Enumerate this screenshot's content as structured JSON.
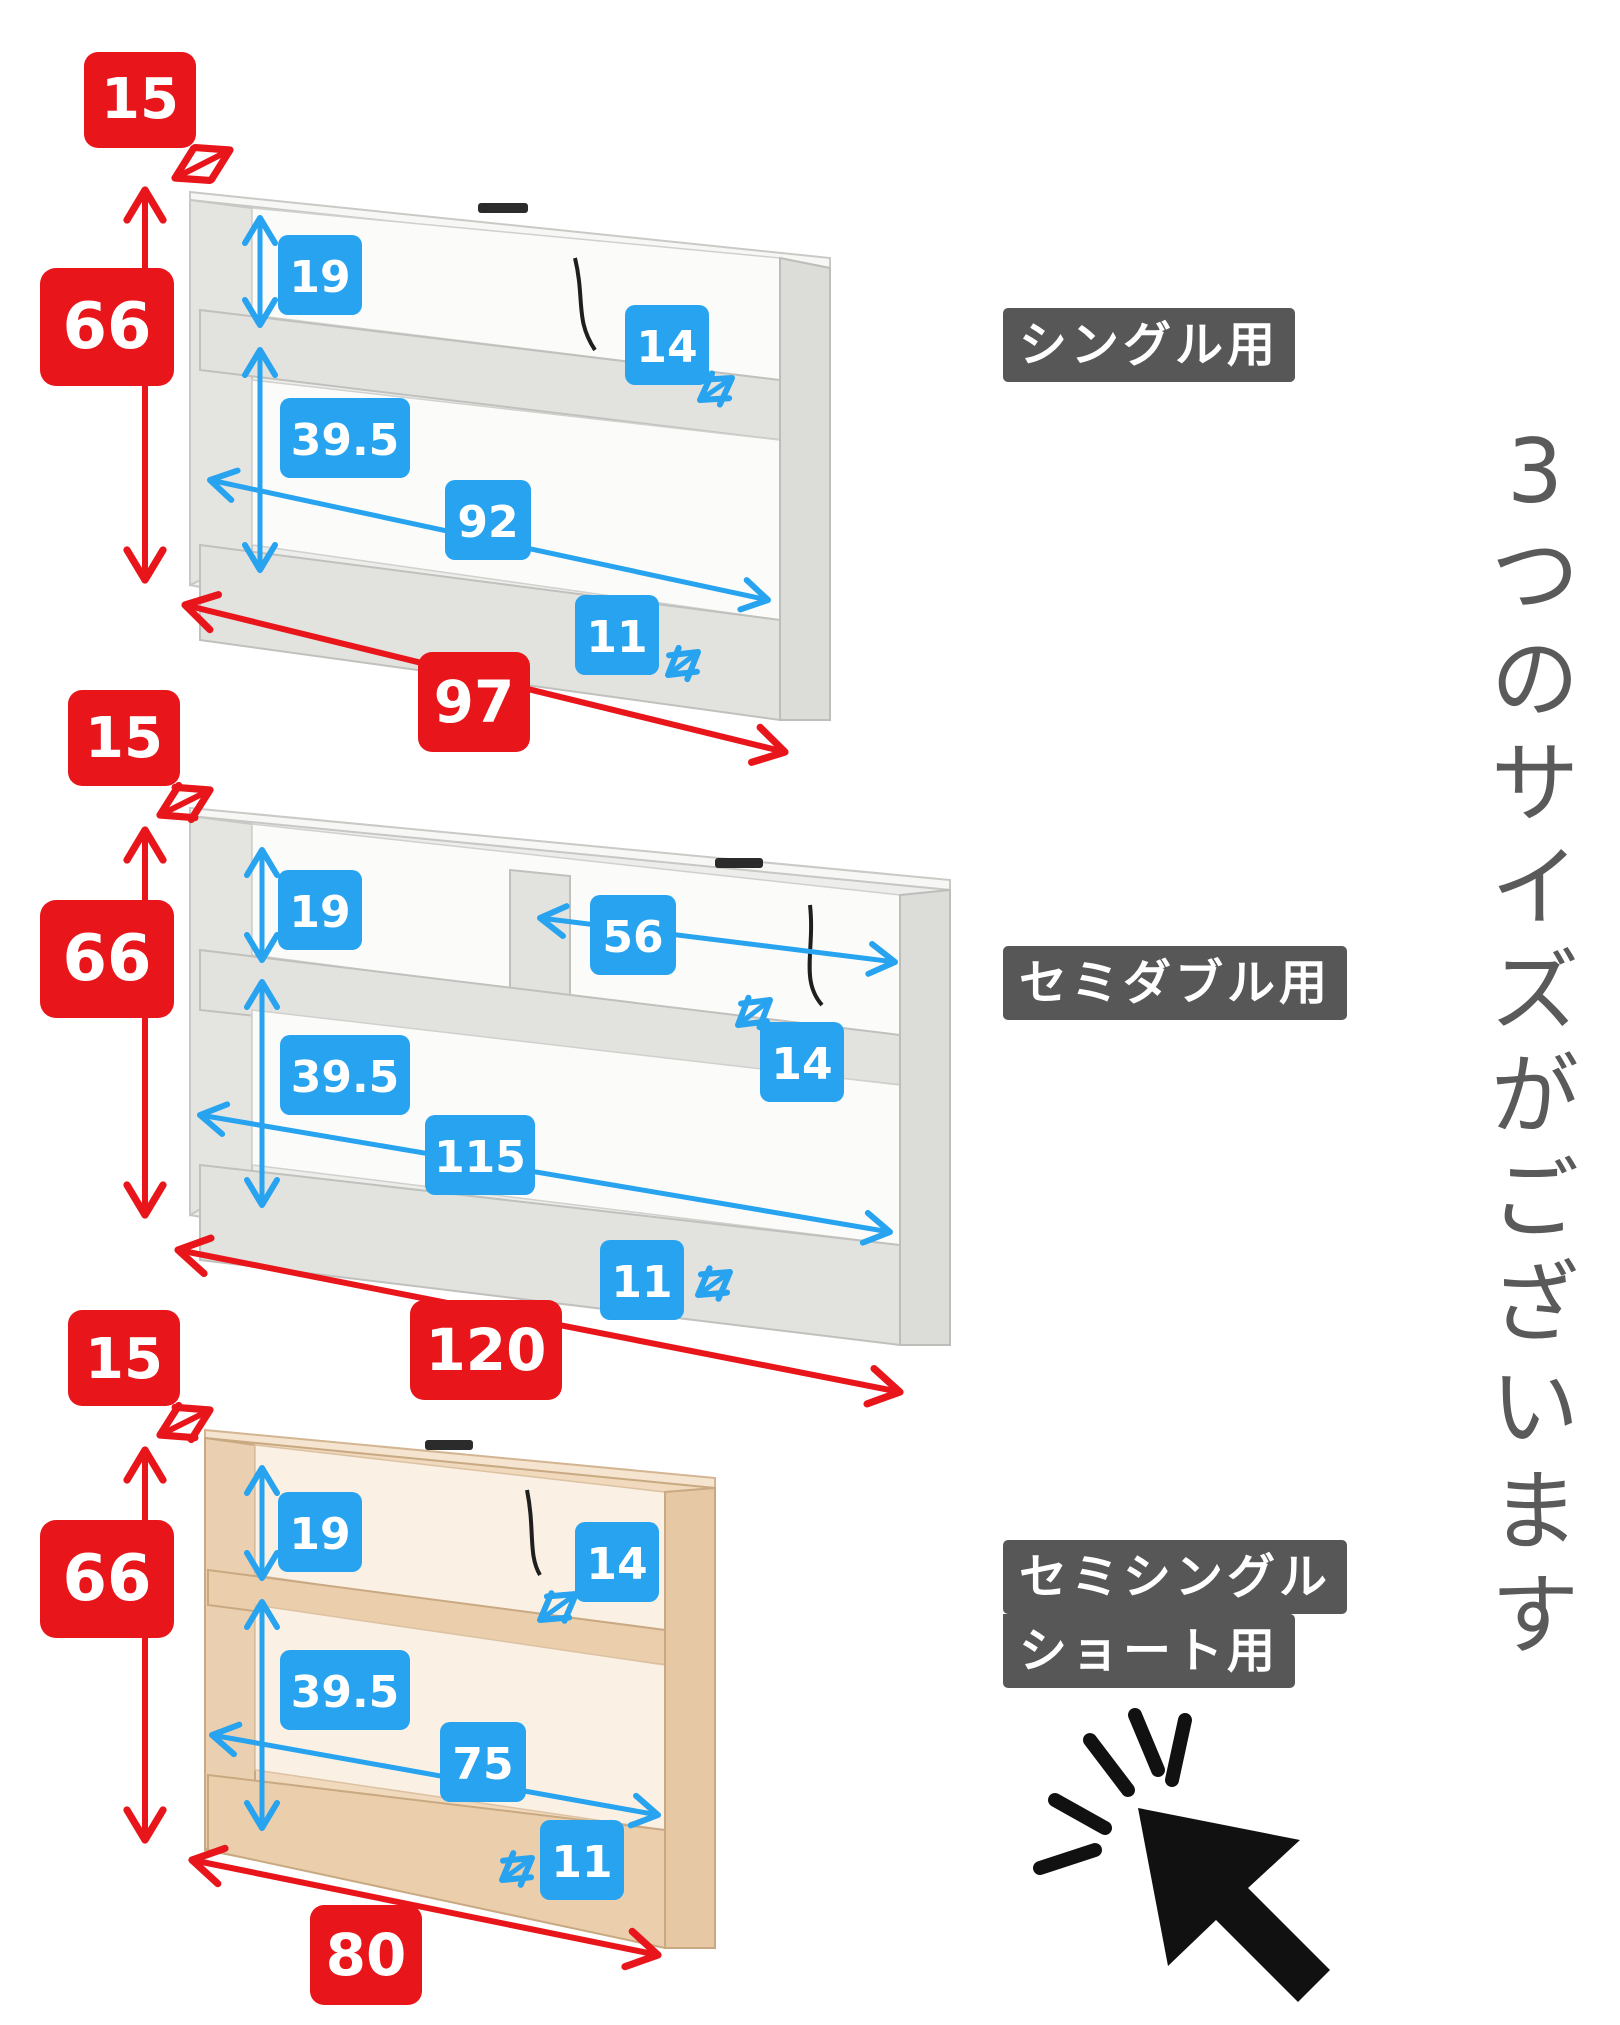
{
  "colors": {
    "outer_dimension": "#e8161b",
    "inner_dimension": "#27a3ef",
    "label_bg": "#575757",
    "title_text": "#5a5a5a",
    "white_shelf": "#f1f2f1",
    "natural_shelf": "#f0d9bd"
  },
  "title_vertical": [
    "3",
    "つ",
    "の",
    "サ",
    "イ",
    "ズ",
    "が",
    "ご",
    "ざ",
    "い",
    "ま",
    "す"
  ],
  "variants": [
    {
      "label_lines": [
        "シングル用"
      ],
      "finish": "white",
      "outer": {
        "depth": "15",
        "height": "66",
        "width": "97"
      },
      "inner": {
        "top_opening": "19",
        "lower_opening": "39.5",
        "inner_width": "92",
        "upper_shelf_depth": "14",
        "bottom_depth": "11"
      }
    },
    {
      "label_lines": [
        "セミダブル用"
      ],
      "finish": "white",
      "outer": {
        "depth": "15",
        "height": "66",
        "width": "120"
      },
      "inner": {
        "top_opening": "19",
        "lower_opening": "39.5",
        "inner_width": "115",
        "compartment_width": "56",
        "upper_shelf_depth": "14",
        "bottom_depth": "11"
      }
    },
    {
      "label_lines": [
        "セミシングル",
        "ショート用"
      ],
      "finish": "natural",
      "outer": {
        "depth": "15",
        "height": "66",
        "width": "80"
      },
      "inner": {
        "top_opening": "19",
        "lower_opening": "39.5",
        "inner_width": "75",
        "upper_shelf_depth": "14",
        "bottom_depth": "11"
      }
    }
  ],
  "cursor_icon": "click-cursor-icon"
}
